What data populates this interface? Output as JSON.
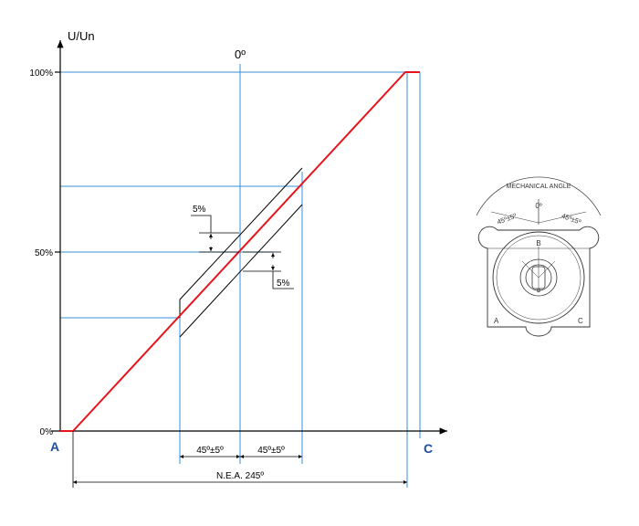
{
  "axis": {
    "y_label": "U/Un",
    "y_ticks": [
      "100%",
      "50%",
      "0%"
    ]
  },
  "center_label": "0º",
  "endpoints": {
    "start": "A",
    "end": "C"
  },
  "tolerance": {
    "upper": "5%",
    "lower": "5%"
  },
  "ranges": {
    "left": "45º±5º",
    "right": "45º±5º",
    "total": "N.E.A. 245º"
  },
  "mechanical": {
    "title": "MECHANICAL ANGLE",
    "center": "0º",
    "left_angle": "45º±5º",
    "right_angle": "45º±5º",
    "label_b": "B",
    "label_a": "A",
    "label_c": "C"
  },
  "colors": {
    "characteristic": "#e8141b",
    "guides": "#3a8fd8",
    "axes": "#000000",
    "endpoint_labels": "#1d4f9e"
  }
}
